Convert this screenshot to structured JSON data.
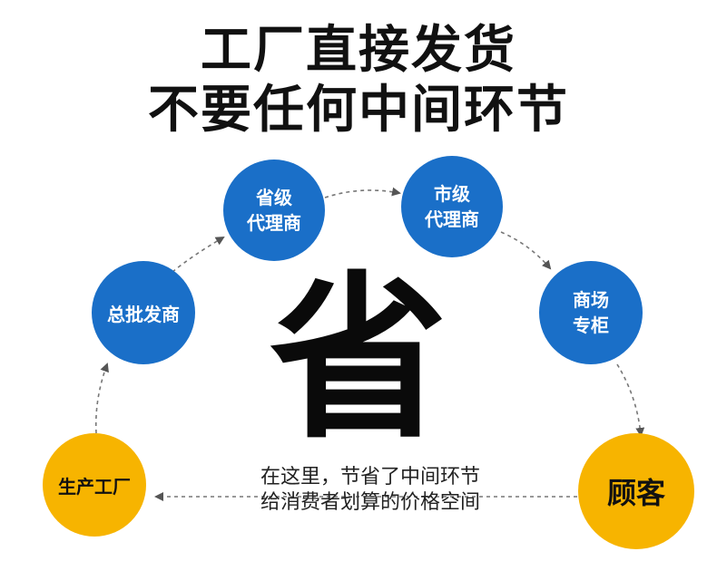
{
  "title": {
    "line1": "工厂直接发货",
    "line2": "不要任何中间环节"
  },
  "nodes": {
    "factory": "生产工厂",
    "wholesaler": "总批发商",
    "province_agent": {
      "line1": "省级",
      "line2": "代理商"
    },
    "city_agent": {
      "line1": "市级",
      "line2": "代理商"
    },
    "mall_counter": {
      "line1": "商场",
      "line2": "专柜"
    },
    "customer": "顾客"
  },
  "center_char": "省",
  "savings_note": {
    "line1": "在这里，节省了中间环节",
    "line2": "给消费者划算的价格空间"
  },
  "colors": {
    "node_blue": "#1a6fc8",
    "node_yellow": "#f7b400",
    "arrow": "#777777",
    "text_dark": "#111111"
  }
}
